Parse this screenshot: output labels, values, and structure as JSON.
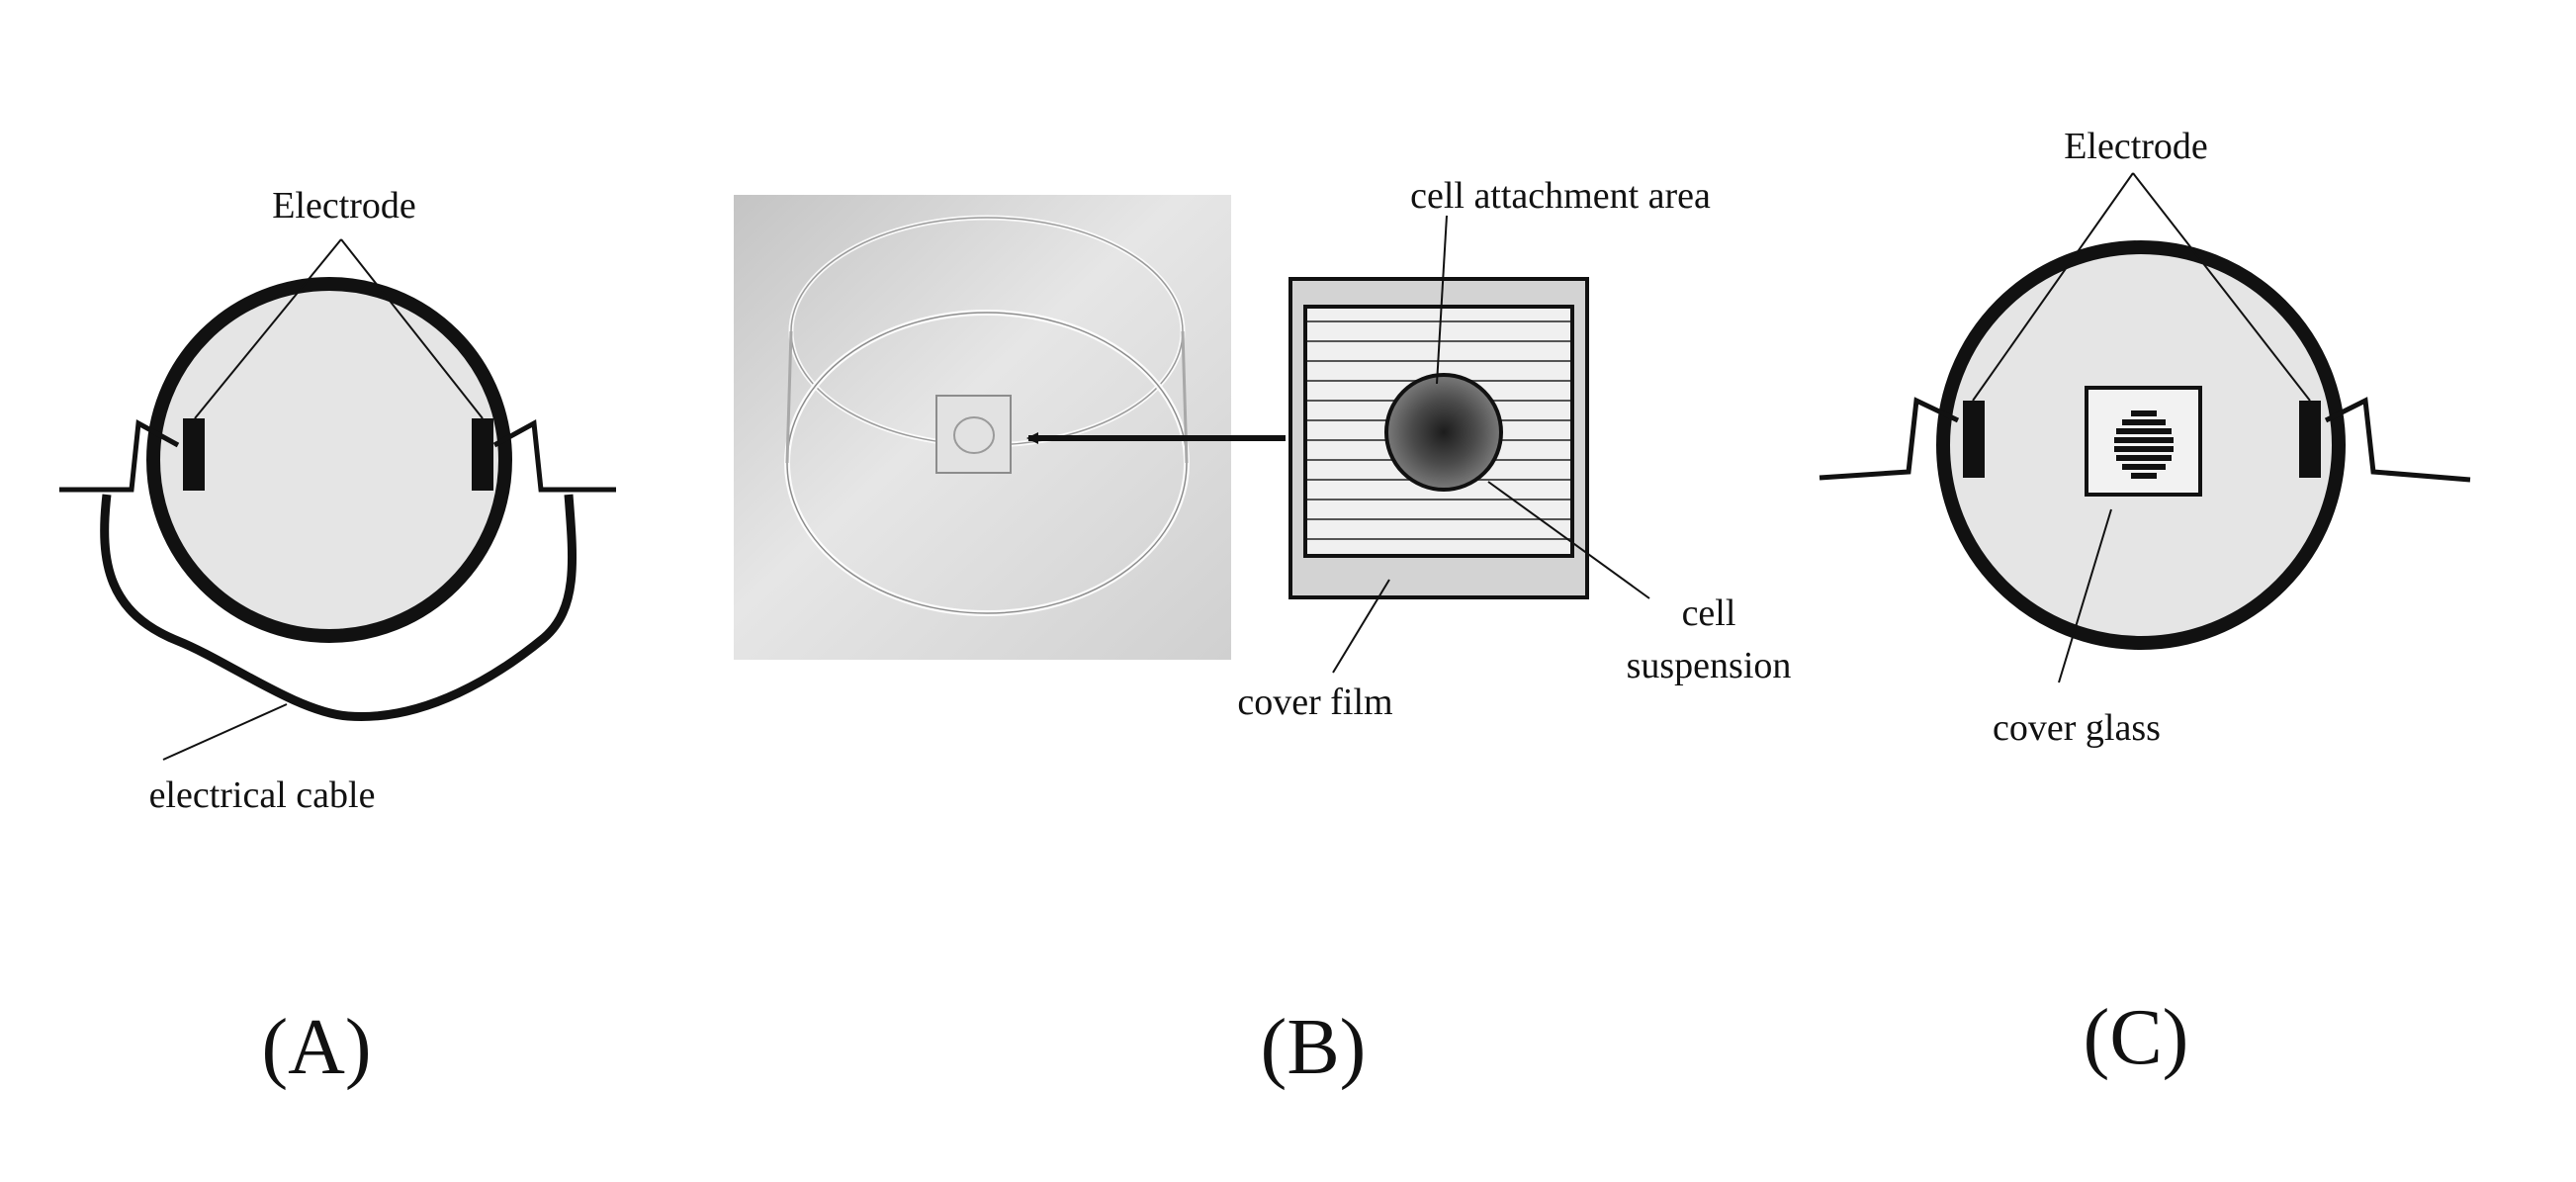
{
  "panels": {
    "a": {
      "electrode_label": "Electrode",
      "cable_label": "electrical cable",
      "panel_label": "(A)"
    },
    "b": {
      "attachment_label": "cell attachment area",
      "suspension_label_line1": "cell",
      "suspension_label_line2": "suspension",
      "cover_film_label": "cover film",
      "panel_label": "(B)",
      "photo": "petri-dish-photo"
    },
    "c": {
      "electrode_label": "Electrode",
      "cover_glass_label": "cover glass",
      "panel_label": "(C)"
    }
  },
  "colors": {
    "stroke": "#111111",
    "dish_fill": "#e5e5e5",
    "film_fill": "#d3d3d3",
    "cell_fill": "#5a5a5a"
  }
}
